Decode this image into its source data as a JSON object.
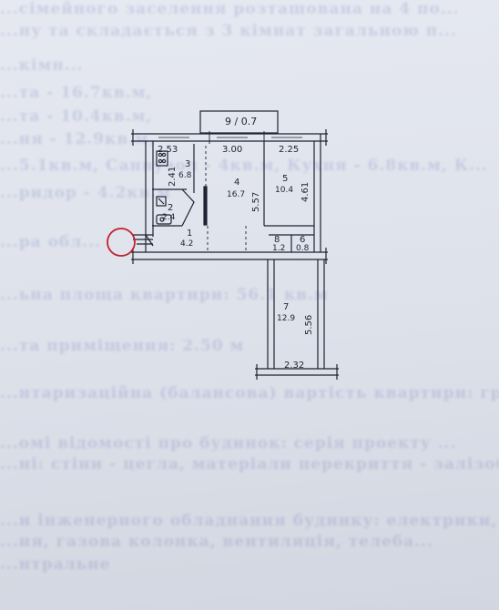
{
  "background_text": [
    "...сімейного заселення розташована на 4 по...",
    "...ну та складається з 3 кімнат загальною п...",
    "...кімн...",
    "...та - 16.7кв.м,",
    "...та - 10.4кв.м,",
    "...ня - 12.9кв.м,",
    "...5.1кв.м,   Санвузол - 4кв.м,   Кухня - 6.8кв.м,   К...",
    "...ридор - 4.2кв.м",
    "...ра обл...",
    "...ьна площа квартири:      56.1 кв.м",
    "...та приміщення: 2.50 м",
    "...нтаризаційна (балансова) вартість квартири:     грн.",
    "...омі відомості про будинок: серія проекту ...",
    "...ні: стіни - цегла, матеріали перекриття - залізобе...",
    "...и інженерного обладнання будинку: електрики, водо...",
    "...ня, газова колонка, вентиляція, телеба...",
    "...нтральне"
  ],
  "plan": {
    "building_label": "9 / 0.7",
    "dimensions": {
      "top_room3": "2.53",
      "top_room4": "3.00",
      "top_room5": "2.25",
      "left_room3": "2.41",
      "room4_depth": "5.57",
      "room5_depth": "4.61",
      "room7_depth": "5.56",
      "balcony_bottom": "2.32"
    },
    "rooms": [
      {
        "number": "1",
        "area": "4.2"
      },
      {
        "number": "2",
        "area": "2.4"
      },
      {
        "number": "3",
        "area": "6.8"
      },
      {
        "number": "4",
        "area": "16.7"
      },
      {
        "number": "5",
        "area": "10.4"
      },
      {
        "number": "6",
        "area": "0.8"
      },
      {
        "number": "7",
        "area": "12.9"
      },
      {
        "number": "8",
        "area": "1.2"
      }
    ]
  }
}
